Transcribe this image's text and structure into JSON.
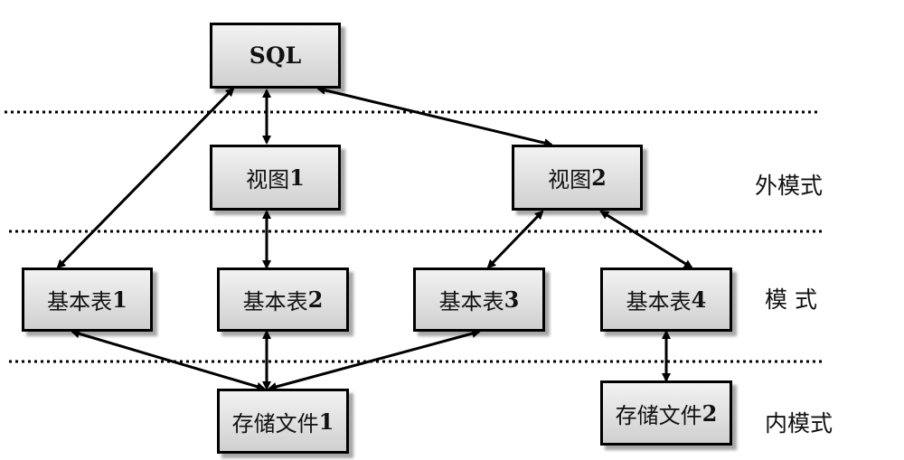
{
  "nodes": {
    "sql": "SQL",
    "view1": {
      "text": "视图",
      "num": "1"
    },
    "view2": {
      "text": "视图",
      "num": "2"
    },
    "table1": {
      "text": "基本表",
      "num": "1"
    },
    "table2": {
      "text": "基本表",
      "num": "2"
    },
    "table3": {
      "text": "基本表",
      "num": "3"
    },
    "table4": {
      "text": "基本表",
      "num": "4"
    },
    "file1": {
      "text": "存储文件",
      "num": "1"
    },
    "file2": {
      "text": "存储文件",
      "num": "2"
    }
  },
  "layers": {
    "external": "外模式",
    "schema": "模 式",
    "internal": "内模式"
  }
}
